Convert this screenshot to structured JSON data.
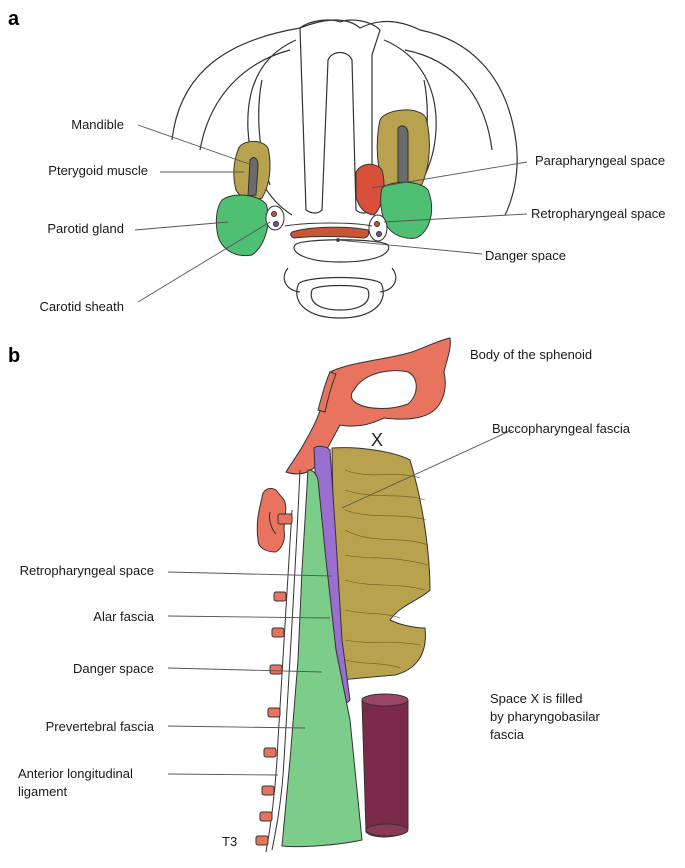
{
  "panels": {
    "a": "a",
    "b": "b"
  },
  "panel_a": {
    "labels": {
      "mandible": "Mandible",
      "pterygoid_muscle": "Pterygoid muscle",
      "parotid_gland": "Parotid gland",
      "carotid_sheath": "Carotid sheath",
      "parapharyngeal_space": "Parapharyngeal space",
      "retropharyngeal_space": "Retropharyngeal space",
      "danger_space": "Danger space"
    }
  },
  "panel_b": {
    "labels": {
      "body_of_sphenoid": "Body of the sphenoid",
      "buccopharyngeal_fascia": "Buccopharyngeal fascia",
      "space_x": "X",
      "retropharyngeal_space": "Retropharyngeal space",
      "alar_fascia": "Alar fascia",
      "danger_space": "Danger space",
      "prevertebral_fascia": "Prevertebral fascia",
      "anterior_longitudinal_ligament_line1": "Anterior longitudinal",
      "anterior_longitudinal_ligament_line2": "ligament",
      "t3": "T3"
    },
    "note_lines": [
      "Space X is filled",
      "by pharyngobasilar",
      "fascia"
    ]
  },
  "colors": {
    "muscle": "#b9a24e",
    "parotid": "#4fbf73",
    "parapharyngeal": "#d9503a",
    "retropharyngeal": "#c85533",
    "bone": "#e8745f",
    "alar": "#9a6fcf",
    "danger": "#7dcd8a",
    "esophagus": "#7b2a4a",
    "ink": "#333333"
  }
}
